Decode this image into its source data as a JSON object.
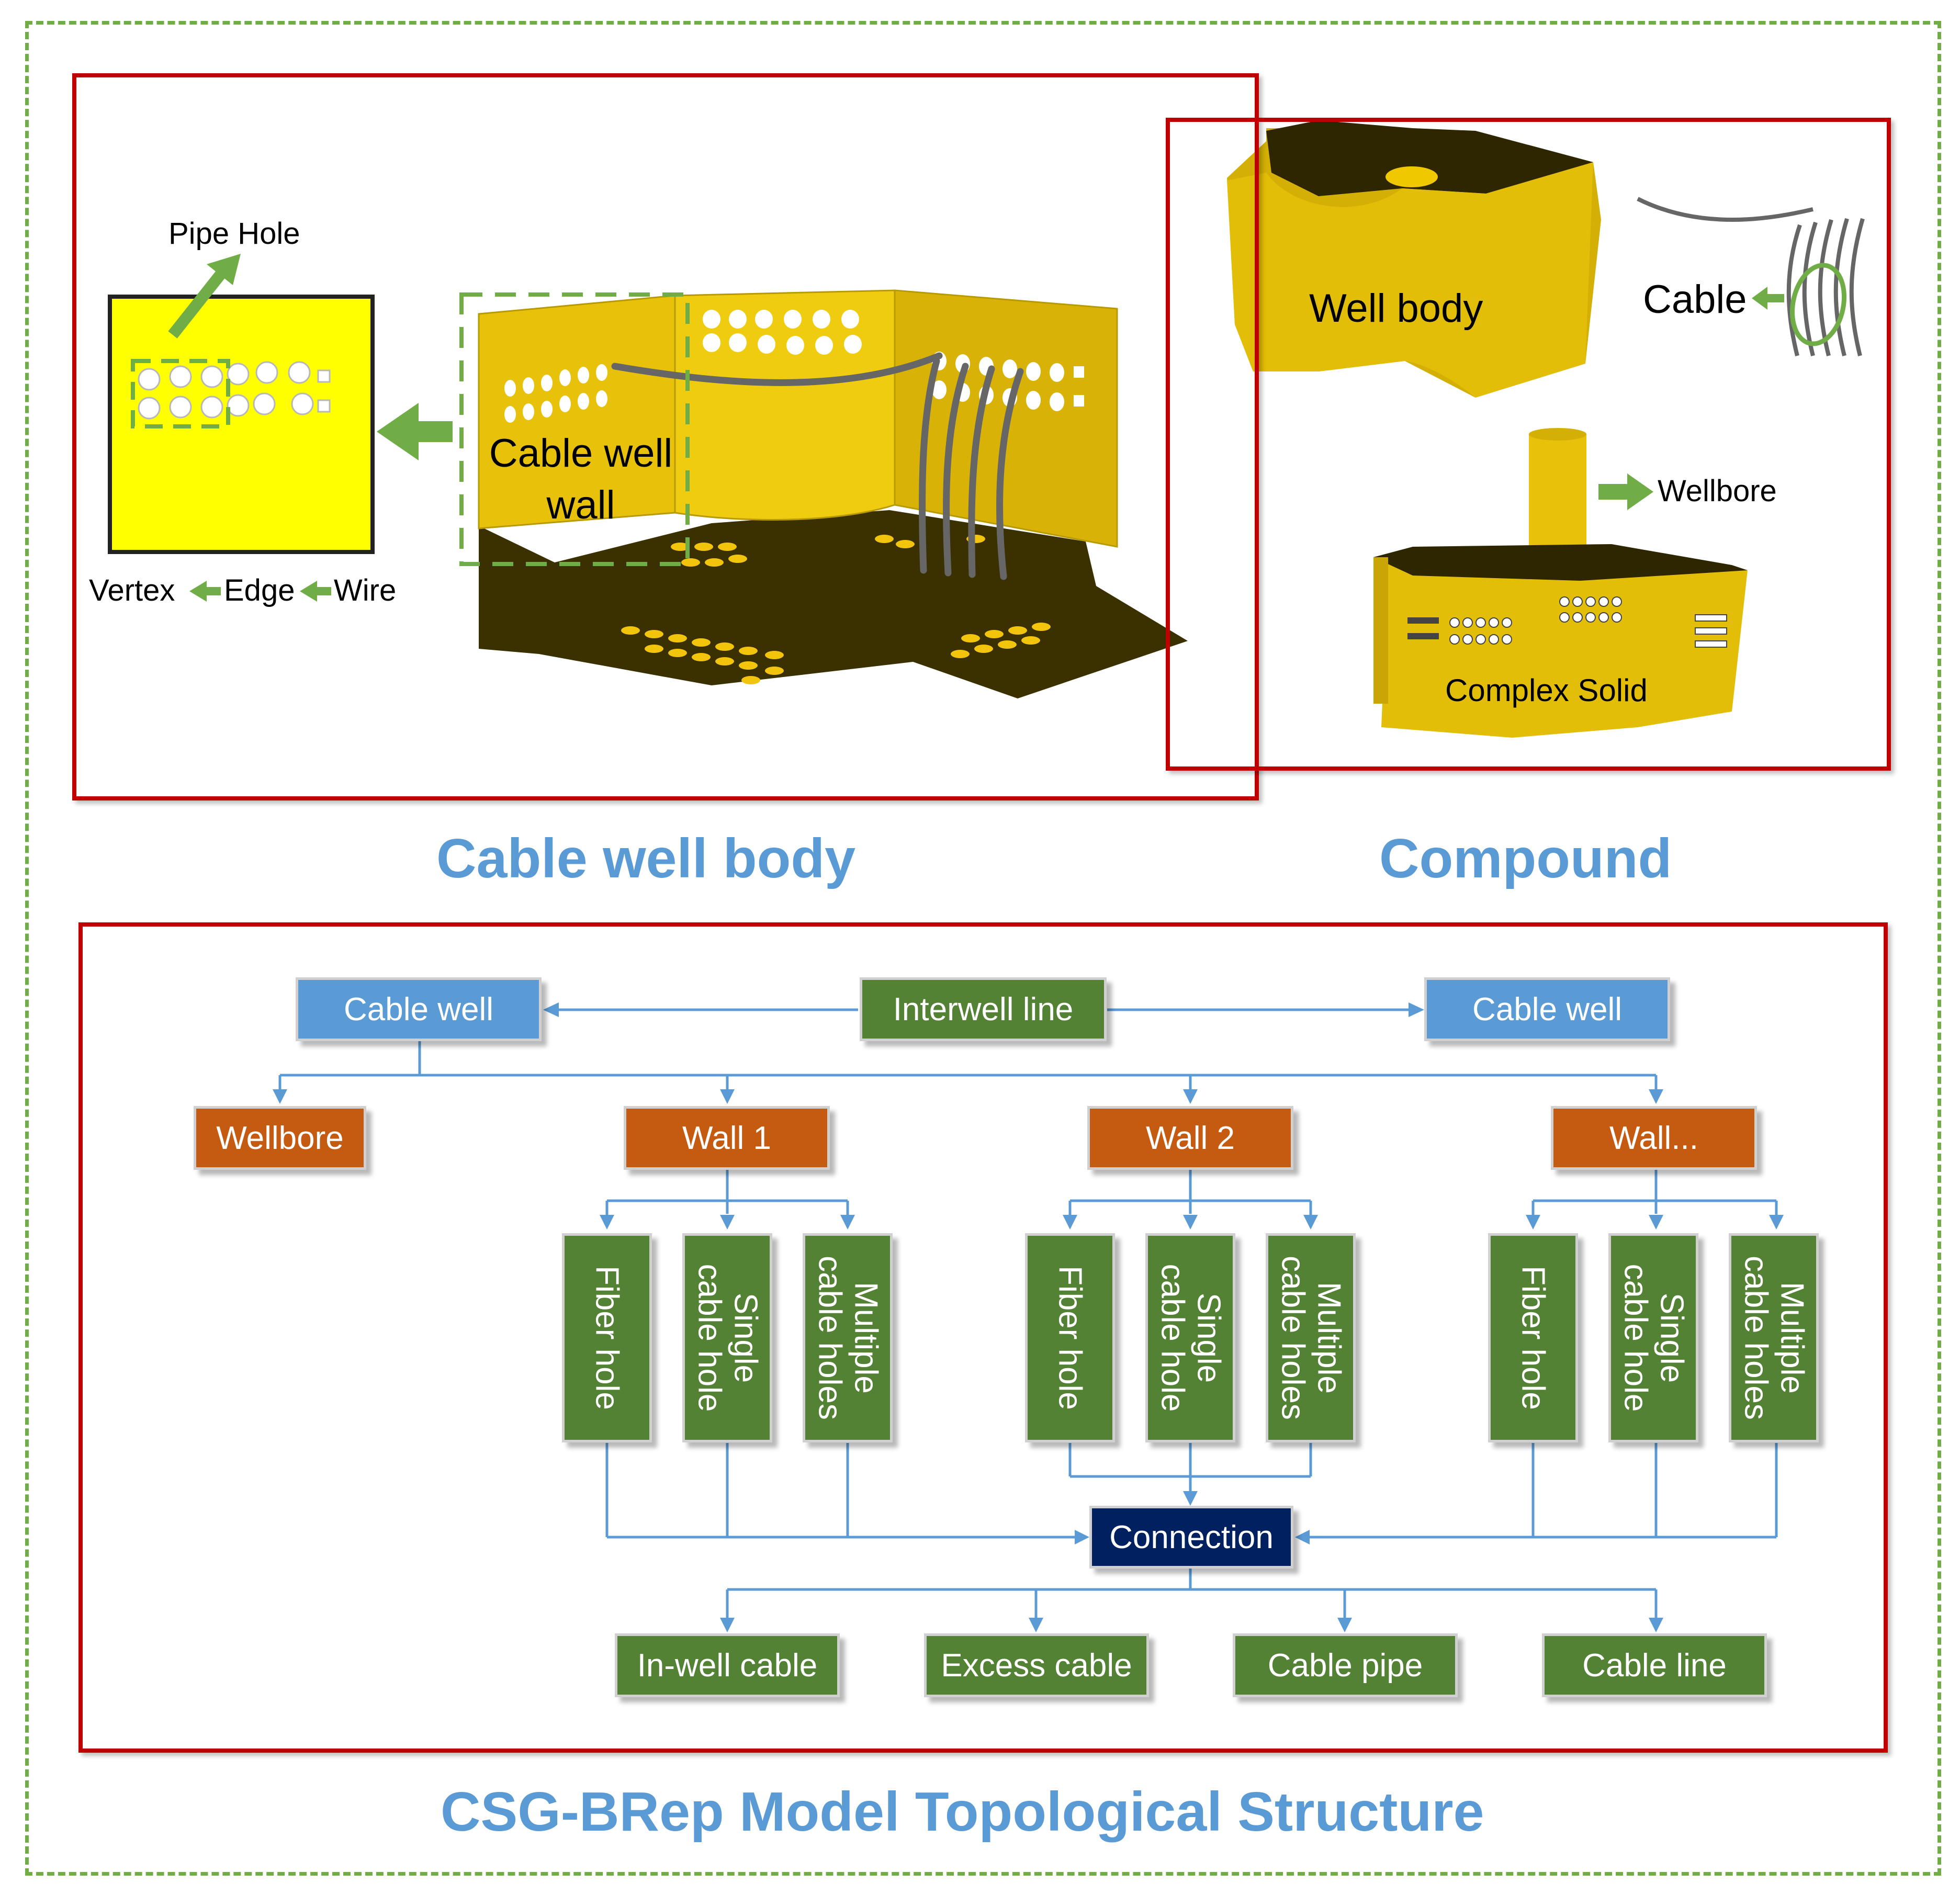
{
  "colors": {
    "outer_dashed_border": "#70ad47",
    "red_frame": "#c00000",
    "section_title": "#5b9bd5",
    "node_blue": "#5b9bd5",
    "node_green": "#548235",
    "node_orange": "#c55a11",
    "node_navy": "#002060",
    "connector": "#5b9bd5",
    "model_yellow": "#e8c10a",
    "model_dark": "#3a3000"
  },
  "cable_well_body_panel": {
    "title": "Cable well body",
    "pipe_hole_label": "Pipe Hole",
    "topology_labels": {
      "vertex": "Vertex",
      "edge": "Edge",
      "wire": "Wire"
    },
    "cable_well_wall_label": "Cable well\nwall"
  },
  "compound_panel": {
    "title": "Compound",
    "well_body_label": "Well body",
    "cable_label": "Cable",
    "wellbore_label": "Wellbore",
    "complex_solid_label": "Complex Solid"
  },
  "topology_diagram": {
    "title": "CSG-BRep Model Topological Structure",
    "cable_well_left": "Cable well",
    "interwell_line": "Interwell line",
    "cable_well_right": "Cable well",
    "wellbore": "Wellbore",
    "walls": [
      {
        "label": "Wall 1",
        "holes": [
          "Fiber hole",
          "Single\ncable hole",
          "Multiple\ncable holes"
        ]
      },
      {
        "label": "Wall 2",
        "holes": [
          "Fiber hole",
          "Single\ncable hole",
          "Multiple\ncable holes"
        ]
      },
      {
        "label": "Wall...",
        "holes": [
          "Fiber hole",
          "Single\ncable hole",
          "Multiple\ncable holes"
        ]
      }
    ],
    "connection": "Connection",
    "outputs": [
      "In-well cable",
      "Excess cable",
      "Cable pipe",
      "Cable line"
    ]
  }
}
